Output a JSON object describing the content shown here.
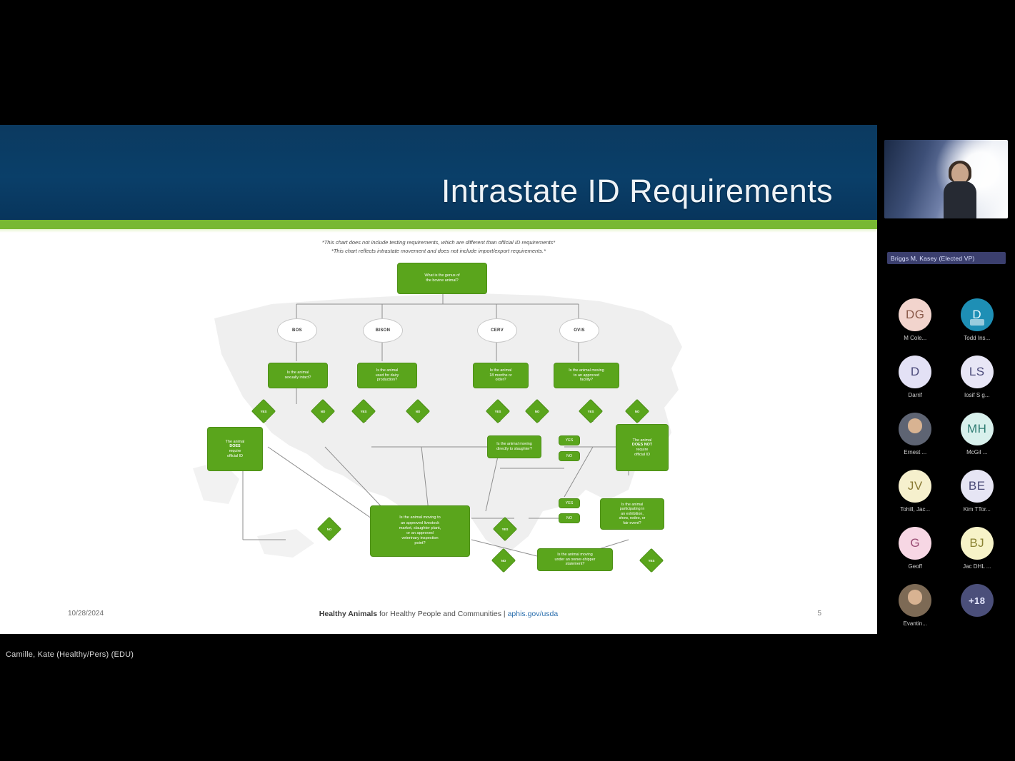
{
  "meeting": {
    "presenter_name_bar": "Camille, Kate (Healthy/Pers) (EDU)",
    "self_tile_label": "Briggs M, Kasey (Elected VP)"
  },
  "slide": {
    "title": "Intrastate ID Requirements",
    "disclaimer_line1": "*This chart does not include testing requirements, which are different than official ID requirements*",
    "disclaimer_line2": "*This chart reflects intrastate movement and does not include import/export requirements.*",
    "footer": {
      "date": "10/28/2024",
      "center_bold": "Healthy Animals",
      "center_rest": " for Healthy People and Communities",
      "separator": "  |  ",
      "link": "aphis.gov/usda",
      "page": "5"
    }
  },
  "flowchart": {
    "root": {
      "label": "What is the genus of\nthe bovine animal?"
    },
    "ovals": [
      {
        "label": "BOS"
      },
      {
        "label": "BISON"
      },
      {
        "label": "CERV"
      },
      {
        "label": "OVIS"
      }
    ],
    "row2_boxes": [
      {
        "label": "Is the animal\nsexually intact?"
      },
      {
        "label": "Is the animal\nused for dairy\nproduction?"
      },
      {
        "label": "Is the animal\n18 months or\nolder?"
      },
      {
        "label": "Is the animal moving\nto an approved\nfacility?"
      }
    ],
    "diamonds": [
      {
        "label": "YES"
      },
      {
        "label": "NO"
      },
      {
        "label": "YES"
      },
      {
        "label": "NO"
      },
      {
        "label": "YES"
      },
      {
        "label": "NO"
      },
      {
        "label": "YES"
      },
      {
        "label": "NO"
      }
    ],
    "result_yes": {
      "line1": "The animal",
      "bold": "DOES",
      "line2": "require",
      "line3": "official ID"
    },
    "result_no": {
      "line1": "The animal",
      "bold": "DOES NOT",
      "line2": "require",
      "line3": "official ID"
    },
    "mid_box": {
      "label": "Is the animal moving\ndirectly to slaughter?"
    },
    "center_box": {
      "label": "Is the animal moving to\nan approved livestock\nmarket, slaughter plant,\nor an approved\nveterinary inspection\npoint?"
    },
    "right_box": {
      "label": "Is the animal\nparticipating in\nan exhibition,\nshow, rodeo, or\nfair event?"
    },
    "bottom_box": {
      "label": "Is the animal moving\nunder an owner-shipper\nstatement?"
    },
    "small_nodes": [
      {
        "label": "YES"
      },
      {
        "label": "NO"
      },
      {
        "label": "YES"
      },
      {
        "label": "NO"
      }
    ],
    "extra_diamonds": [
      {
        "label": "NO"
      },
      {
        "label": "YES"
      },
      {
        "label": "NO"
      },
      {
        "label": "YES"
      }
    ]
  },
  "participants": [
    {
      "initials": "DG",
      "name": "M Cole...",
      "bg": "#f2d4cd",
      "fg": "#8a5a4a",
      "type": "initials"
    },
    {
      "initials": "D",
      "name": "Todd Ins...",
      "bg": "#1e8fb5",
      "fg": "#eafaff",
      "type": "camera"
    },
    {
      "initials": "D",
      "name": "Darrif",
      "bg": "#e3e1f5",
      "fg": "#4b4a7a",
      "type": "initials"
    },
    {
      "initials": "LS",
      "name": "Iosif S g...",
      "bg": "#e8e6f6",
      "fg": "#4b4a7a",
      "type": "initials"
    },
    {
      "initials": "",
      "name": "Ernest ...",
      "bg": "#5e6473",
      "fg": "#ffffff",
      "type": "photo"
    },
    {
      "initials": "MH",
      "name": "McGil ...",
      "bg": "#d8f0ec",
      "fg": "#2e7b72",
      "type": "initials"
    },
    {
      "initials": "JV",
      "name": "Tohill, Jac...",
      "bg": "#f6f0cd",
      "fg": "#8a7a35",
      "type": "initials"
    },
    {
      "initials": "BE",
      "name": "Kim TTor...",
      "bg": "#e6e5f4",
      "fg": "#4a4a76",
      "type": "initials"
    },
    {
      "initials": "G",
      "name": "Geoff",
      "bg": "#f7d7e4",
      "fg": "#9a4d74",
      "type": "initials"
    },
    {
      "initials": "BJ",
      "name": "Jac DHL ...",
      "bg": "#f7f3c8",
      "fg": "#8b8334",
      "type": "initials"
    },
    {
      "initials": "",
      "name": "Evantin...",
      "bg": "#7d6a55",
      "fg": "#ffffff",
      "type": "photo"
    },
    {
      "initials": "+18",
      "name": "",
      "bg": "#4b4f7a",
      "fg": "#e6e8ff",
      "type": "overflow"
    }
  ]
}
